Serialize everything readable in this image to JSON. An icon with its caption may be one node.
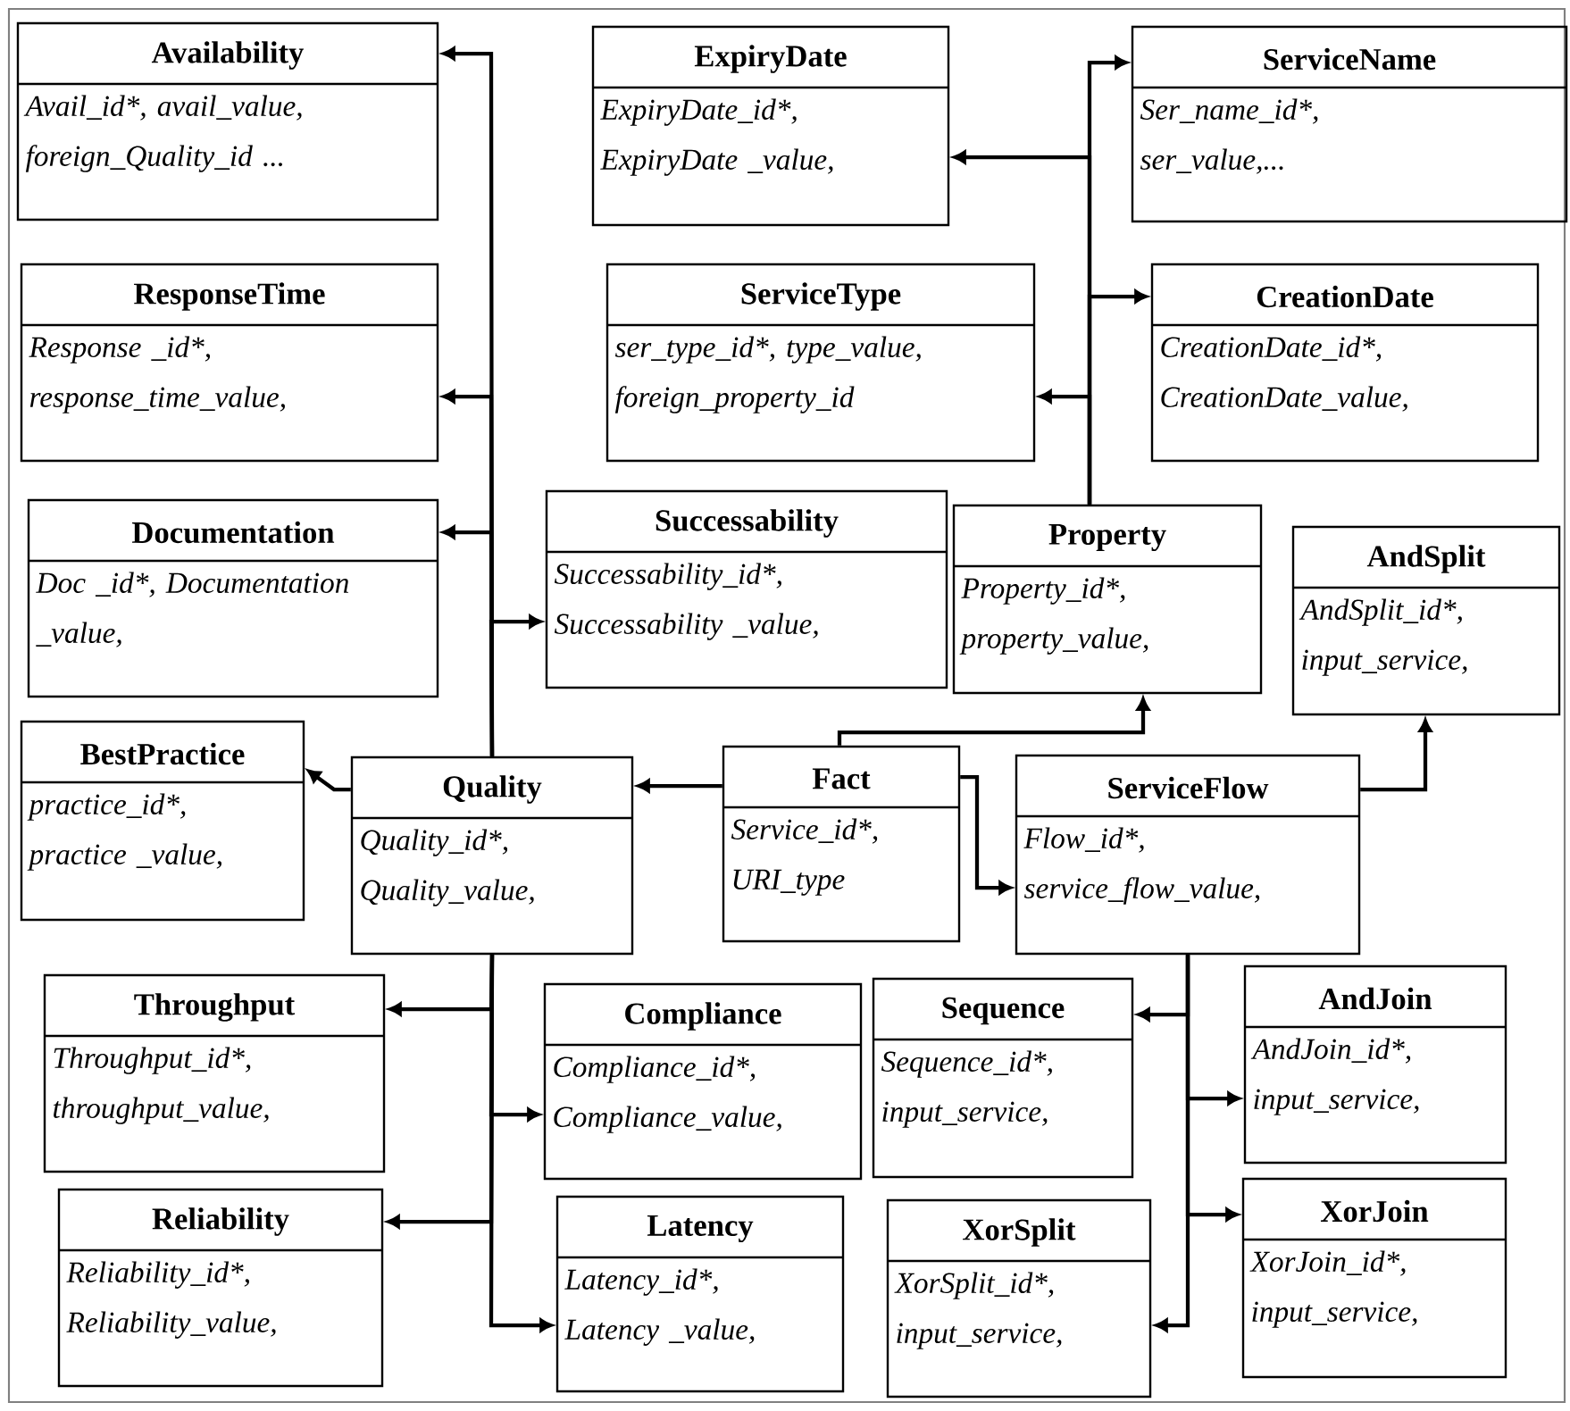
{
  "diagram": {
    "nodes": [
      {
        "text": [
          "Availability",
          "Avail_id*, avail_value, foreign_Quality_id ..."
        ]
      },
      {
        "text": [
          "ResponseTime",
          "Response _id*, response_time_value,"
        ]
      },
      {
        "text": [
          "Documentation",
          "Doc _id*, Documentation _value,"
        ]
      },
      {
        "text": [
          "ExpiryDate",
          "ExpiryDate_id*, ExpiryDate _value,"
        ]
      },
      {
        "text": [
          "ServiceName",
          "Ser_name_id*, ser_value,..."
        ]
      },
      {
        "text": [
          "ServiceType",
          "ser_type_id*, type_value, foreign_property_id"
        ]
      },
      {
        "text": [
          "CreationDate",
          "CreationDate_id*, CreationDate_value,"
        ]
      },
      {
        "text": [
          "Successability",
          "Successability_id*, Successability _value,"
        ]
      },
      {
        "text": [
          "Property",
          "Property_id*, property_value,"
        ]
      },
      {
        "text": [
          "AndSplit",
          "AndSplit_id*, input_service,"
        ]
      },
      {
        "text": [
          "BestPractice",
          "practice_id*, practice _value,"
        ]
      },
      {
        "text": [
          "Quality",
          "Quality_id*, Quality_value,"
        ]
      },
      {
        "text": [
          "Fact",
          "Service_id*, URI_type"
        ]
      },
      {
        "text": [
          "ServiceFlow",
          "Flow_id*, service_flow_value,"
        ]
      },
      {
        "text": [
          "Throughput",
          "Throughput_id*, throughput_value,"
        ]
      },
      {
        "text": [
          "Compliance",
          "Compliance_id*, Compliance_value,"
        ]
      },
      {
        "text": [
          "Sequence",
          "Sequence_id*, input_service,"
        ]
      },
      {
        "text": [
          "AndJoin",
          "AndJoin_id*, input_service,"
        ]
      },
      {
        "text": [
          "Reliability",
          "Reliability_id*, Reliability_value,"
        ]
      },
      {
        "text": [
          "Latency",
          "Latency_id*, Latency _value,"
        ]
      },
      {
        "text": [
          "XorSplit",
          "XorSplit_id*, input_service,"
        ]
      },
      {
        "text": [
          "XorJoin",
          "XorJoin_id*, input_service,"
        ]
      }
    ],
    "edges": [
      {
        "from": 11,
        "to": 0,
        "arrow": "to"
      },
      {
        "from": 11,
        "to": 1,
        "arrow": "to"
      },
      {
        "from": 11,
        "to": 2,
        "arrow": "to"
      },
      {
        "from": 11,
        "to": 7,
        "arrow": "to"
      },
      {
        "from": 11,
        "to": 10,
        "arrow": "to"
      },
      {
        "from": 11,
        "to": 14,
        "arrow": "to"
      },
      {
        "from": 11,
        "to": 15,
        "arrow": "to"
      },
      {
        "from": 11,
        "to": 18,
        "arrow": "to"
      },
      {
        "from": 11,
        "to": 19,
        "arrow": "to"
      },
      {
        "from": 8,
        "to": 3,
        "arrow": "to"
      },
      {
        "from": 8,
        "to": 4,
        "arrow": "to"
      },
      {
        "from": 8,
        "to": 6,
        "arrow": "to"
      },
      {
        "from": 8,
        "to": 5,
        "arrow": "to"
      },
      {
        "from": 12,
        "to": 11,
        "arrow": "to"
      },
      {
        "from": 12,
        "to": 8,
        "arrow": "to"
      },
      {
        "from": 12,
        "to": 13,
        "arrow": "to"
      },
      {
        "from": 13,
        "to": 9,
        "arrow": "to"
      },
      {
        "from": 13,
        "to": 16,
        "arrow": "to"
      },
      {
        "from": 13,
        "to": 17,
        "arrow": "to"
      },
      {
        "from": 13,
        "to": 21,
        "arrow": "to"
      },
      {
        "from": 13,
        "to": 20,
        "arrow": "to"
      }
    ]
  }
}
